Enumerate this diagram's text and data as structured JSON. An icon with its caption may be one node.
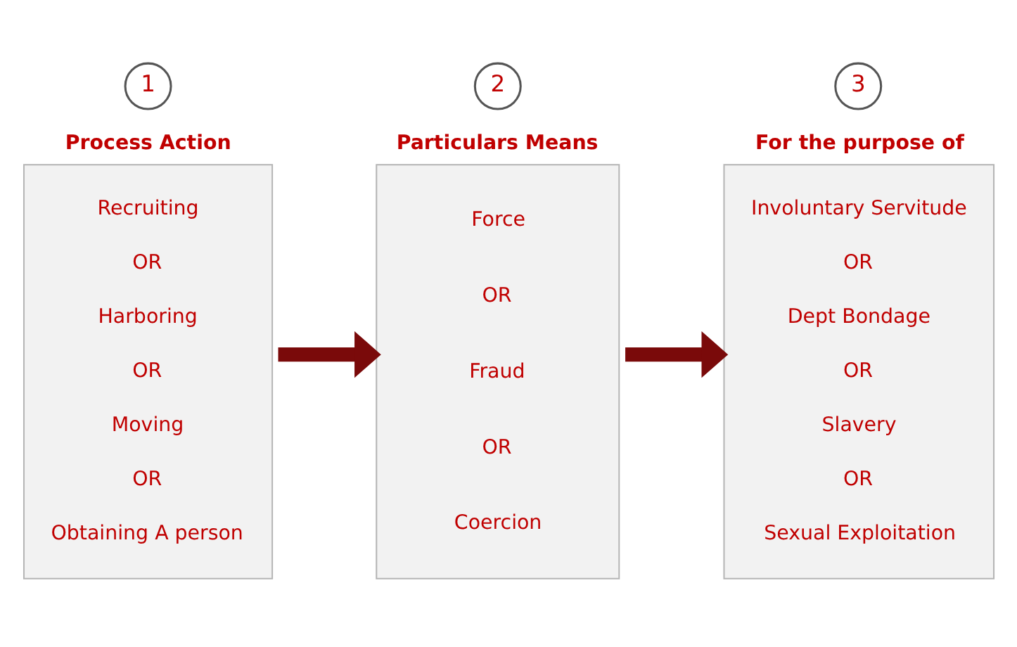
{
  "diagram": {
    "nodes": [
      {
        "text": [
          "1"
        ]
      },
      {
        "text": [
          "Process Action",
          "Recruiting",
          "OR",
          "Harboring",
          "OR",
          "Moving",
          "OR",
          "Obtaining A person"
        ]
      },
      {
        "text": [
          "2"
        ]
      },
      {
        "text": [
          "Particulars Means",
          "Force",
          "OR",
          "Fraud",
          "OR",
          "Coercion"
        ]
      },
      {
        "text": [
          "3"
        ]
      },
      {
        "text": [
          "For the purpose of",
          "Involuntary Servitude",
          "OR",
          "Dept Bondage",
          "OR",
          "Slavery",
          "OR",
          "Sexual Exploitation"
        ]
      }
    ],
    "edges": [
      {
        "from": 1,
        "to": 3,
        "arrow": "to"
      },
      {
        "from": 3,
        "to": 5,
        "arrow": "to"
      }
    ]
  }
}
